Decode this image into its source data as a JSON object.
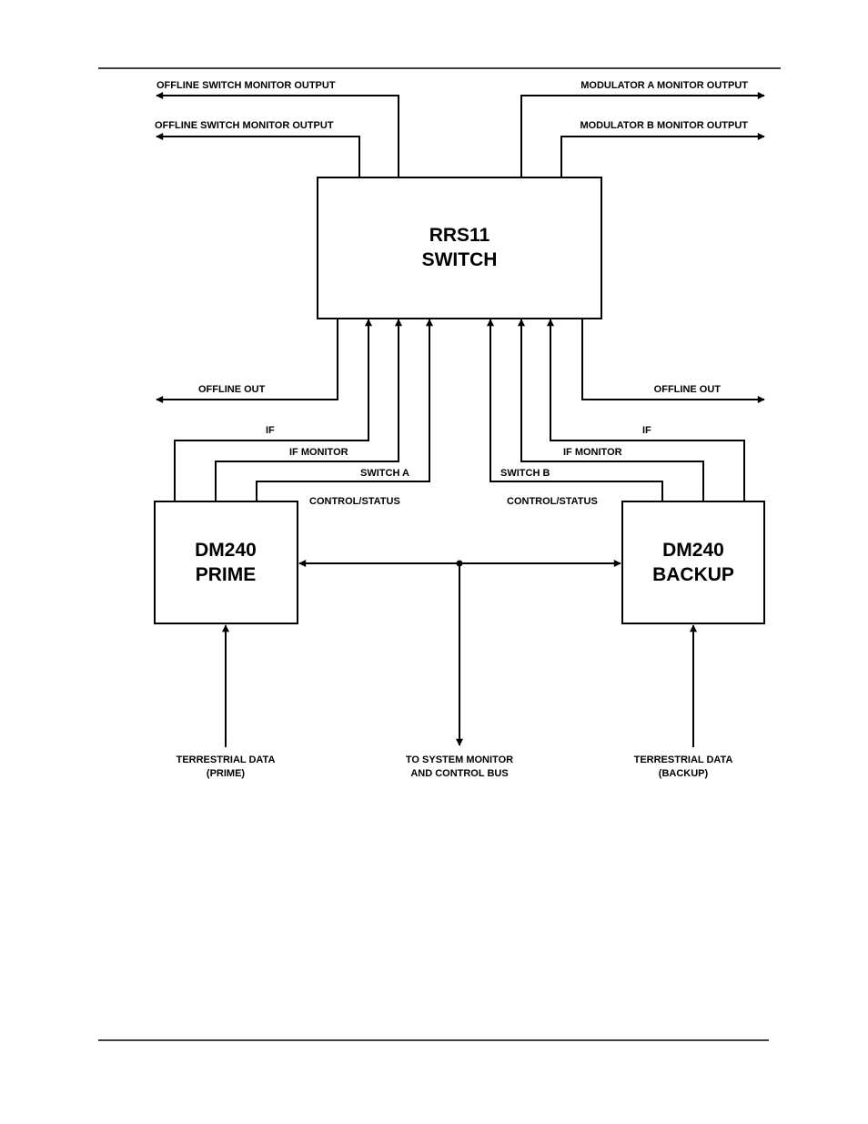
{
  "switch": {
    "line1": "RRS11",
    "line2": "SWITCH"
  },
  "prime": {
    "line1": "DM240",
    "line2": "PRIME"
  },
  "backup": {
    "line1": "DM240",
    "line2": "BACKUP"
  },
  "labels": {
    "offline_switch_monitor_output_1": "OFFLINE SWITCH MONITOR OUTPUT",
    "offline_switch_monitor_output_2": "OFFLINE SWITCH MONITOR OUTPUT",
    "modulator_a_monitor_output": "MODULATOR A MONITOR OUTPUT",
    "modulator_b_monitor_output": "MODULATOR B MONITOR OUTPUT",
    "offline_out_left": "OFFLINE OUT",
    "offline_out_right": "OFFLINE OUT",
    "if_left": "IF",
    "if_monitor_left": "IF MONITOR",
    "switch_a": "SWITCH A",
    "control_status_left": "CONTROL/STATUS",
    "if_right": "IF",
    "if_monitor_right": "IF MONITOR",
    "switch_b": "SWITCH B",
    "control_status_right": "CONTROL/STATUS",
    "terrestrial_prime_1": "TERRESTRIAL DATA",
    "terrestrial_prime_2": "(PRIME)",
    "system_monitor_1": "TO SYSTEM MONITOR",
    "system_monitor_2": "AND CONTROL BUS",
    "terrestrial_backup_1": "TERRESTRIAL DATA",
    "terrestrial_backup_2": "(BACKUP)"
  }
}
